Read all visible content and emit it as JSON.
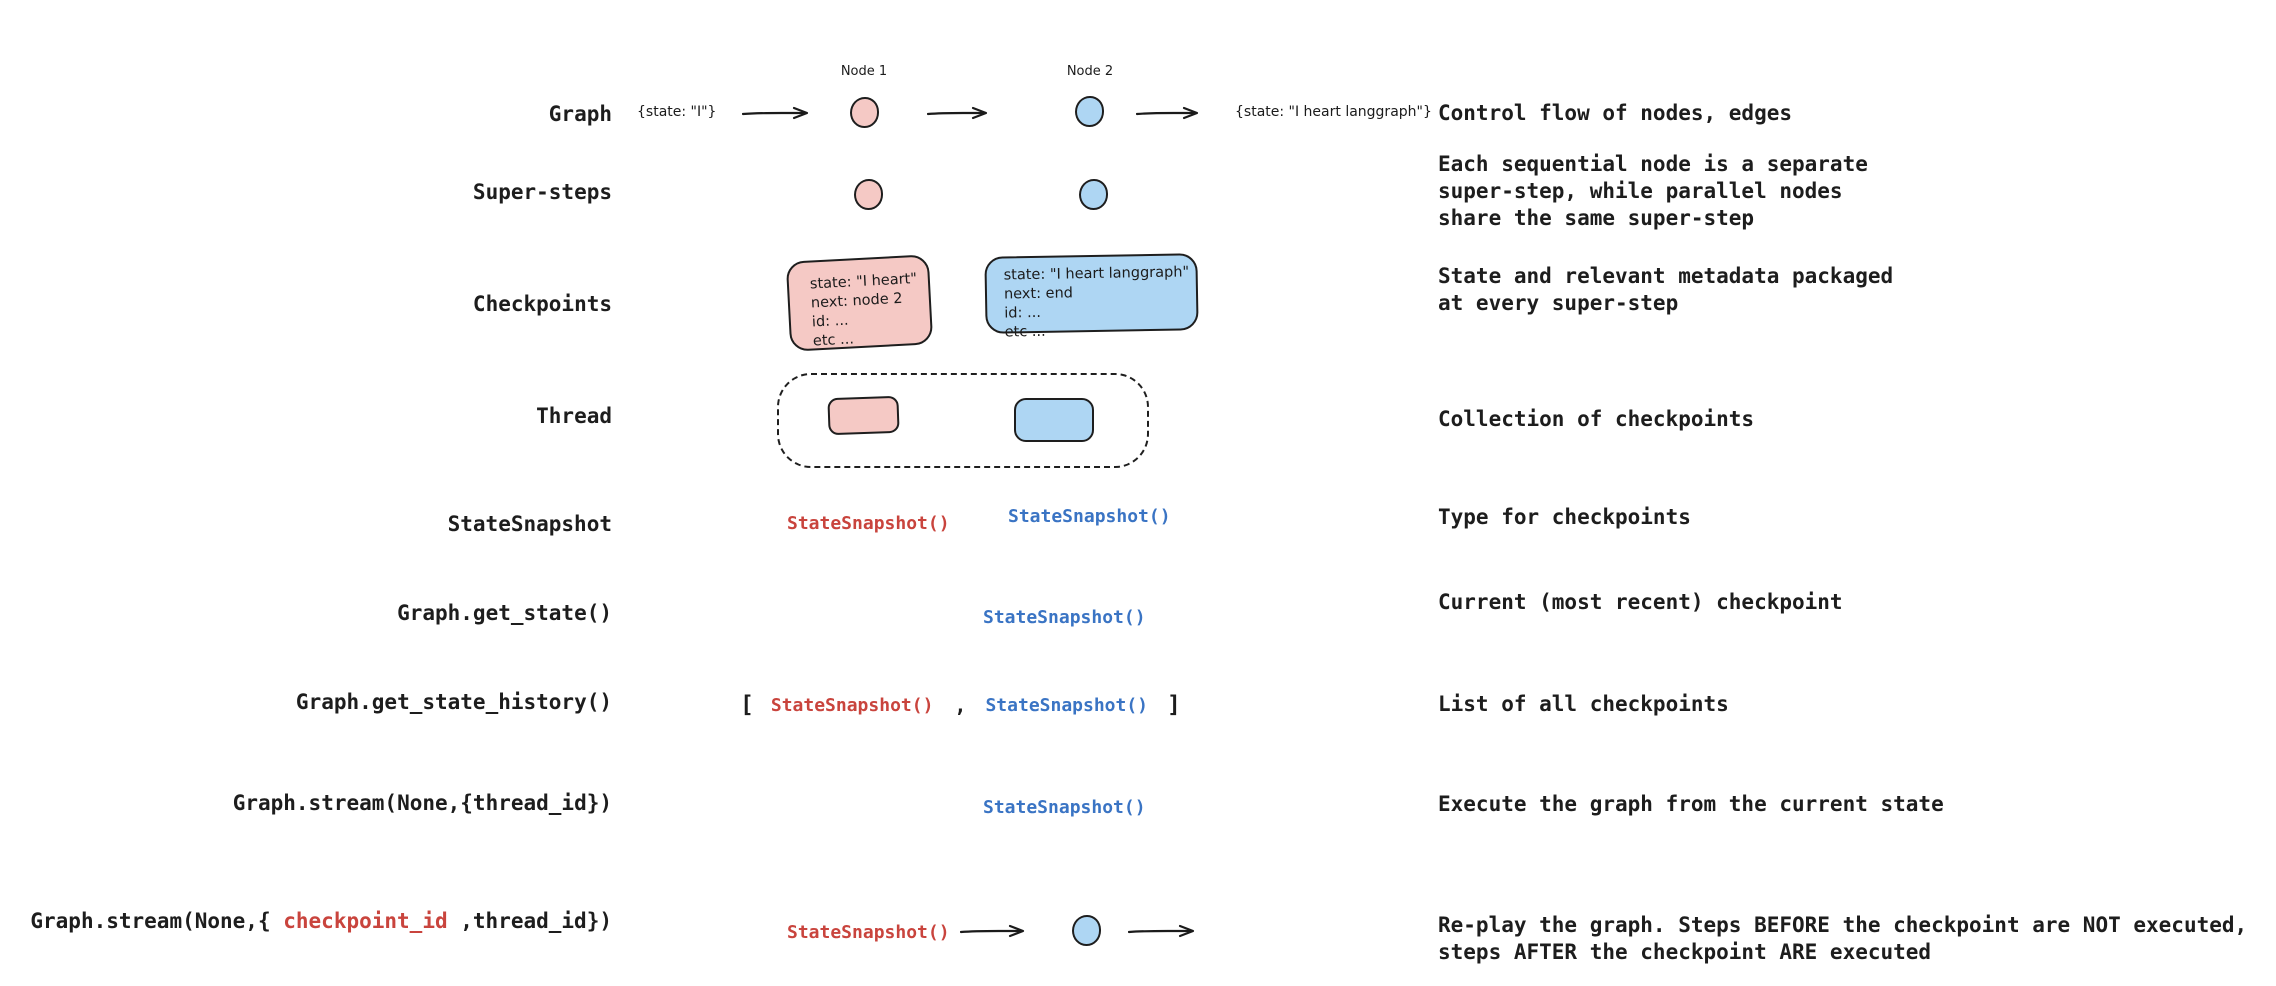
{
  "colors": {
    "ink": "#1d1d1d",
    "pink_fill": "#f5c9c5",
    "blue_fill": "#aed6f3",
    "red_text": "#c9443d",
    "blue_text": "#3a74c4",
    "background": "#ffffff"
  },
  "rows": [
    {
      "label": "Graph",
      "description": "Control flow of nodes, edges"
    },
    {
      "label": "Super-steps",
      "description": "Each sequential node is a separate\nsuper-step, while parallel nodes\nshare the same super-step"
    },
    {
      "label": "Checkpoints",
      "description": "State and relevant metadata packaged\nat every super-step"
    },
    {
      "label": "Thread",
      "description": "Collection of checkpoints"
    },
    {
      "label": "StateSnapshot",
      "description": "Type for checkpoints"
    },
    {
      "label": "Graph.get_state()",
      "description": "Current (most recent) checkpoint"
    },
    {
      "label": "Graph.get_state_history()",
      "description": "List of all checkpoints"
    },
    {
      "label": "Graph.stream(None,{thread_id})",
      "description": "Execute the graph from the current state"
    },
    {
      "label_prefix": "Graph.stream(None,{ ",
      "label_highlight": "checkpoint_id",
      "label_suffix": " ,thread_id})",
      "description": "Re-play the graph. Steps BEFORE the checkpoint are NOT executed,\nsteps AFTER the checkpoint ARE executed"
    }
  ],
  "graph_row": {
    "input_state": "{state: \"I\"}",
    "node1_label": "Node 1",
    "node2_label": "Node 2",
    "output_state": "{state: \"I heart langgraph\"}"
  },
  "checkpoint_pink": {
    "lines": [
      "state: \"I heart\"",
      "next: node 2",
      "id: ...",
      "etc ..."
    ]
  },
  "checkpoint_blue": {
    "lines": [
      "state: \"I heart langgraph\"",
      "next: end",
      "id: ...",
      "etc ..."
    ]
  },
  "snapshots": {
    "red": "StateSnapshot()",
    "blue": "StateSnapshot()",
    "bracket_open": "[",
    "comma": ",",
    "bracket_close": "]"
  }
}
